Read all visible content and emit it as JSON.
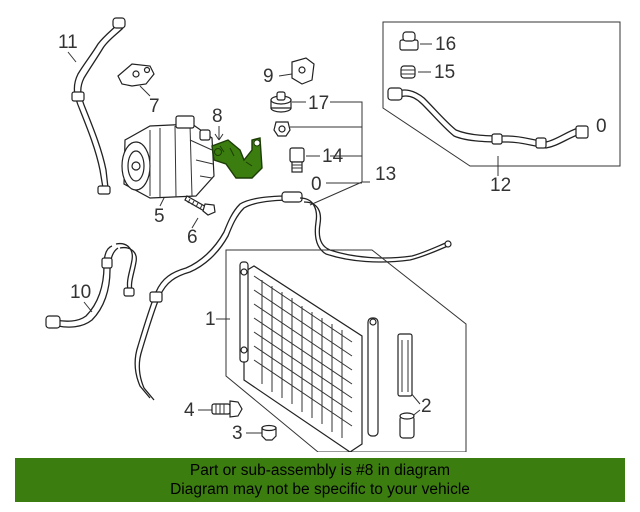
{
  "callouts": {
    "c1": "1",
    "c2": "2",
    "c3": "3",
    "c4": "4",
    "c5": "5",
    "c6": "6",
    "c7": "7",
    "c8": "8",
    "c9": "9",
    "c10": "10",
    "c11": "11",
    "c12": "12",
    "c13": "13",
    "c14": "14",
    "c15": "15",
    "c16": "16",
    "c17": "17"
  },
  "highlight_color": "#3c7d10",
  "banner": {
    "line1": "Part or sub-assembly is #8 in diagram",
    "line2": "Diagram may not be specific to your vehicle"
  }
}
